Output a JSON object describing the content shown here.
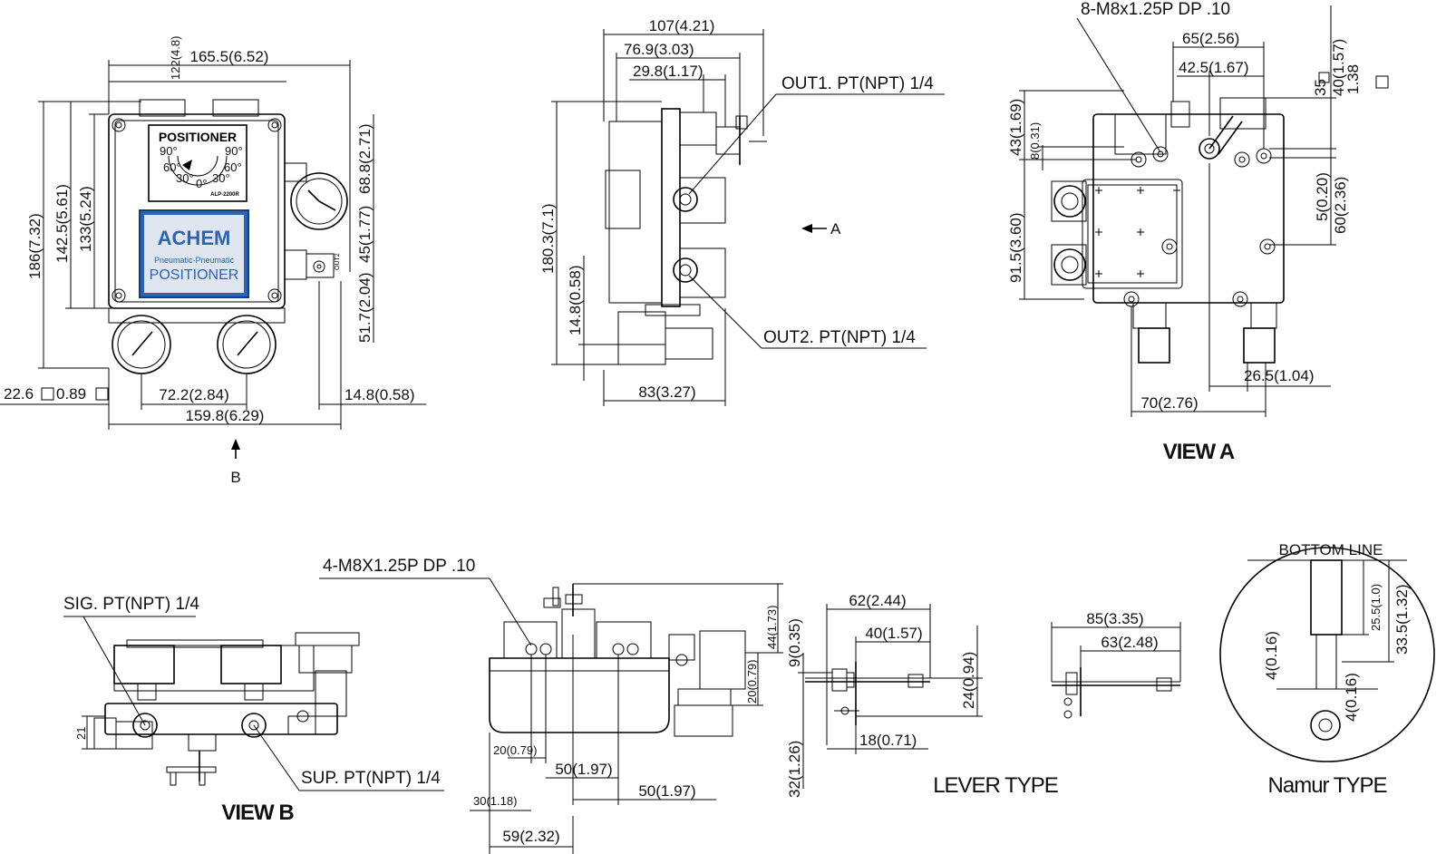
{
  "front_view": {
    "nameplate_title": "POSITIONER",
    "brand": "ACHEM",
    "brand_sub": "Pneumatic-Pneumatic",
    "brand_label": "POSITIONER",
    "model_tag": "ALP-2200R",
    "dial_ticks": [
      "90°",
      "90°",
      "60°",
      "60°",
      "30°",
      "30°",
      "0°"
    ],
    "out2_tag": "OUT2",
    "dims": {
      "w_top": "165.5(6.52)",
      "w_122": "122(4.8)",
      "h_186": "186(7.32)",
      "h_142": "142.5(5.61)",
      "h_133": "133(5.24)",
      "h_68": "68.8(2.71)",
      "h_45": "45(1.77)",
      "h_51": "51.7(2.04)",
      "w_22": "22.6",
      "w_0_89": "0.89",
      "w_72": "72.2(2.84)",
      "w_14_8": "14.8(0.58)",
      "w_159": "159.8(6.29)"
    },
    "arrow_b": "B"
  },
  "side_view": {
    "dims": {
      "w_107": "107(4.21)",
      "w_76": "76.9(3.03)",
      "w_29": "29.8(1.17)",
      "h_180": "180.3(7.1)",
      "h_14_8": "14.8(0.58)",
      "w_83": "83(3.27)"
    },
    "out1": "OUT1. PT(NPT) 1/4",
    "out2": "OUT2. PT(NPT) 1/4",
    "arrow_a": "A"
  },
  "view_a": {
    "title": "VIEW A",
    "thread": "8-M8x1.25P DP .10",
    "dims": {
      "w_65": "65(2.56)",
      "w_42": "42.5(1.67)",
      "h_43": "43(1.69)",
      "h_8": "8(0.31)",
      "h_91": "91.5(3.60)",
      "r_35": "35",
      "r_40": "40(1.57)",
      "r_1_38": "1.38",
      "r_5": "5(0.20)",
      "r_60": "60(2.36)",
      "w_26": "26.5(1.04)",
      "w_70": "70(2.76)"
    }
  },
  "view_b": {
    "title": "VIEW B",
    "sig": "SIG. PT(NPT) 1/4",
    "sup": "SUP. PT(NPT) 1/4",
    "h_21": "21"
  },
  "bottom_view": {
    "thread": "4-M8X1.25P DP .10",
    "dims": {
      "h_44": "44(1.73)",
      "h_20": "20(0.79)",
      "w_20": "20(0.79)",
      "w_50a": "50(1.97)",
      "w_50b": "50(1.97)",
      "w_30": "30(1.18)",
      "w_59": "59(2.32)"
    }
  },
  "lever": {
    "title": "LEVER TYPE",
    "dims": {
      "w_62": "62(2.44)",
      "w_40": "40(1.57)",
      "h_9": "9(0.35)",
      "h_24": "24(0.94)",
      "h_32": "32(1.26)",
      "w_18": "18(0.71)",
      "w_85": "85(3.35)",
      "w_63": "63(2.48)"
    }
  },
  "namur": {
    "title": "Namur TYPE",
    "bottom_line": "BOTTOM LINE",
    "dims": {
      "h_25": "25.5(1.0)",
      "h_33": "33.5(1.32)",
      "h_4a": "4(0.16)",
      "h_4b": "4(0.16)"
    }
  }
}
